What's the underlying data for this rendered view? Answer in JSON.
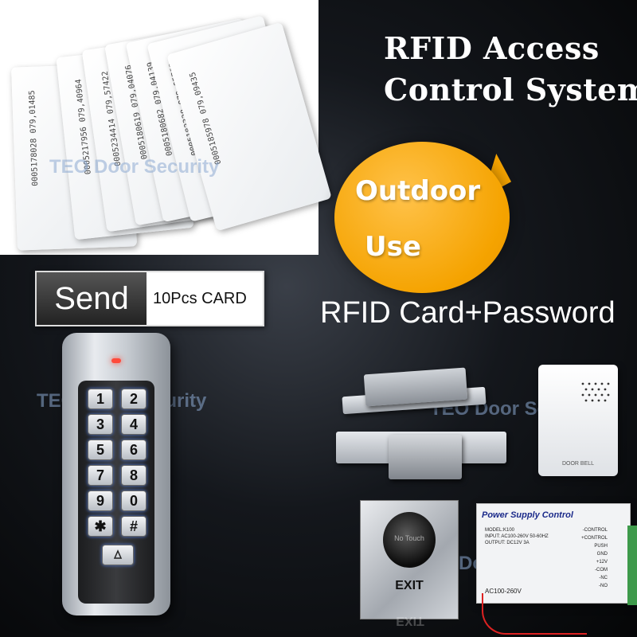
{
  "headline": {
    "line1": "RFID Access",
    "line2": "Control System"
  },
  "bubble": {
    "line1": "Outdoor",
    "line2": "Use"
  },
  "send": {
    "label": "Send",
    "quantity": "10Pcs CARD"
  },
  "tagline": "RFID Card+Password",
  "watermark": "TEO Door Security",
  "cards": [
    {
      "number": "0005178028 079,01485"
    },
    {
      "number": "0005217956 079,40964"
    },
    {
      "number": "0005234414 079,57422"
    },
    {
      "number": "0005180619 079,04076"
    },
    {
      "number": "0005180682 079,04139"
    },
    {
      "number": "0005182328 079,05785"
    },
    {
      "number": "0005185978 079,09435"
    }
  ],
  "keypad": {
    "keys": [
      "1",
      "2",
      "3",
      "4",
      "5",
      "6",
      "7",
      "8",
      "9",
      "0",
      "✱",
      "#"
    ]
  },
  "doorbell": {
    "label": "DOOR BELL"
  },
  "exit_button": {
    "sensor_text": "No Touch",
    "label": "EXIT"
  },
  "power_supply": {
    "title": "Power Supply Control",
    "model": "MODEL:K100",
    "input": "INPUT: AC100-260V 50-60HZ",
    "output": "OUTPUT: DC12V 3A",
    "voltage": "AC100-260V",
    "terminals": [
      "-CONTROL",
      "+CONTROL",
      "PUSH",
      "GND",
      "+12V",
      "-COM",
      "-NC",
      "-NO"
    ]
  },
  "colors": {
    "accent": "#f5a300",
    "background": "#111418",
    "text": "#ffffff"
  }
}
